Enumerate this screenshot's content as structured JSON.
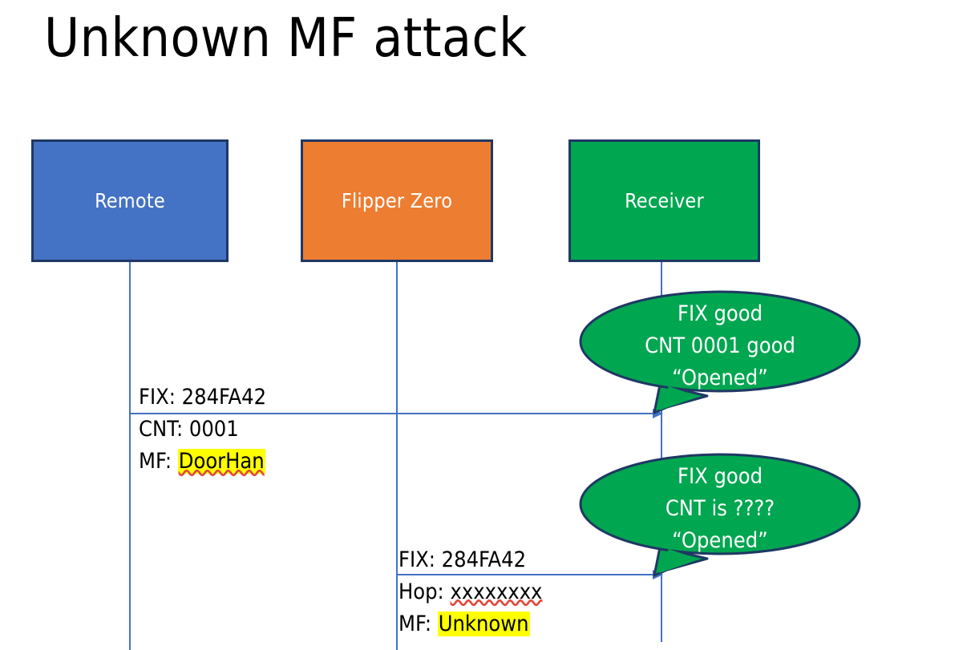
{
  "slide": {
    "title": "Unknown MF attack",
    "background_color": "#FFFFFF"
  },
  "colors": {
    "remote_box": "#4472C4",
    "flipper_box": "#ED7D31",
    "receiver_box": "#00A650",
    "box_border": "#1F3864",
    "lifeline": "#4472C4",
    "arrow": "#4472C4",
    "bubble_fill": "#00A650",
    "bubble_border": "#1F3864",
    "highlight": "#FFFF00",
    "spellcheck_underline": "#E04A3C",
    "text_dark": "#000000",
    "text_light": "#FFFFFF"
  },
  "actors": [
    {
      "id": "remote",
      "label": "Remote"
    },
    {
      "id": "flipper",
      "label": "Flipper Zero"
    },
    {
      "id": "receiver",
      "label": "Receiver"
    }
  ],
  "messages": [
    {
      "id": "remote-to-receiver",
      "from": "remote",
      "to": "receiver",
      "lines": [
        {
          "prefix": "FIX: ",
          "value": "284FA42",
          "highlight": false,
          "spellcheck_error": false
        },
        {
          "prefix": "CNT: ",
          "value": "0001",
          "highlight": false,
          "spellcheck_error": false
        },
        {
          "prefix": "MF: ",
          "value": "DoorHan",
          "highlight": true,
          "spellcheck_error": true
        }
      ]
    },
    {
      "id": "flipper-to-receiver",
      "from": "flipper",
      "to": "receiver",
      "lines": [
        {
          "prefix": "FIX: ",
          "value": "284FA42",
          "highlight": false,
          "spellcheck_error": false
        },
        {
          "prefix": "Hop: ",
          "value": "xxxxxxxx",
          "highlight": false,
          "spellcheck_error": true
        },
        {
          "prefix": "MF: ",
          "value": "Unknown",
          "highlight": true,
          "spellcheck_error": false
        }
      ]
    }
  ],
  "bubbles": [
    {
      "id": "bubble-one",
      "lines": [
        "FIX good",
        "CNT 0001 good",
        "“Opened”"
      ]
    },
    {
      "id": "bubble-two",
      "lines": [
        "FIX good",
        "CNT is ????",
        "“Opened”"
      ]
    }
  ]
}
